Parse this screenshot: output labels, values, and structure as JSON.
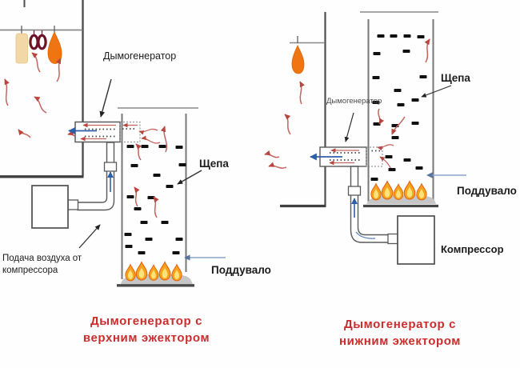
{
  "left_diagram": {
    "generator_label": "Дымогенератор",
    "chips_label": "Щепа",
    "air_supply_line1": "Подача воздуха от",
    "air_supply_line2": "компрессора",
    "blower_label": "Поддувало",
    "caption_line1": "Дымогенератор с",
    "caption_line2": "верхним эжектором"
  },
  "right_diagram": {
    "generator_label": "Дымогенератор",
    "chips_label": "Щепа",
    "blower_label": "Поддувало",
    "compressor_label": "Компрессор",
    "caption_line1": "Дымогенератор с",
    "caption_line2": "нижним эжектором"
  },
  "colors": {
    "caption_red": "#cb2d2d",
    "smoke_arrow_red": "#c4655e",
    "air_arrow_blue": "#2f5fa6",
    "blower_arrow_blue": "#8aa4c8",
    "flame_orange": "#f6a21c",
    "flame_core_yellow": "#ffe27a",
    "ham_orange": "#ef7412",
    "meat_slab_beige": "#f2d8a6",
    "sausage_ring_maroon": "#6d1228",
    "wood_chip_black": "#101010",
    "line_gray": "#4f4f4f"
  }
}
